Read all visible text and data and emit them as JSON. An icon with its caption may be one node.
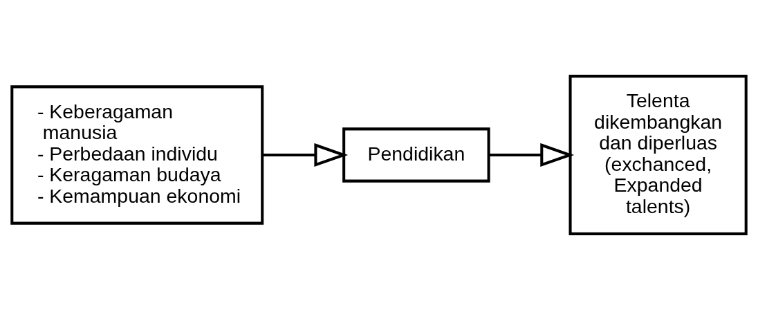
{
  "diagram": {
    "nodes": [
      {
        "text": [
          "- Keberagaman manusia",
          "- Perbedaan individu",
          "- Keragaman budaya",
          "- Kemampuan ekonomi"
        ]
      },
      {
        "text": [
          "Pendidikan"
        ]
      },
      {
        "text": [
          "Telenta dikembangkan dan diperluas (exchanced, Expanded talents)"
        ]
      }
    ],
    "edges": [
      {
        "from": 0,
        "to": 1,
        "arrow": "to"
      },
      {
        "from": 1,
        "to": 2,
        "arrow": "to"
      }
    ]
  }
}
